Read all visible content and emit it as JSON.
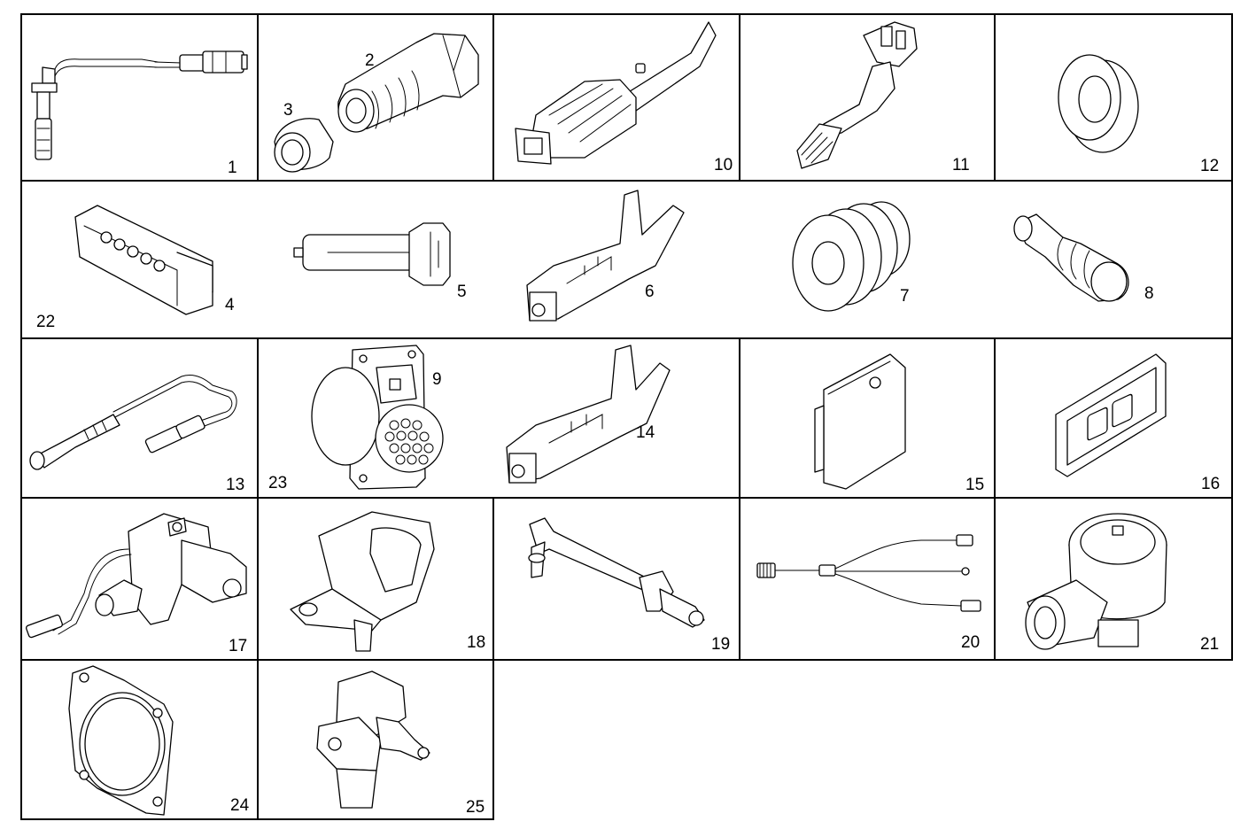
{
  "diagram": {
    "callouts": [
      "1",
      "2",
      "3",
      "10",
      "11",
      "12",
      "22",
      "4",
      "5",
      "6",
      "7",
      "8",
      "13",
      "23",
      "9",
      "14",
      "15",
      "16",
      "17",
      "18",
      "19",
      "20",
      "21",
      "24",
      "25"
    ]
  }
}
